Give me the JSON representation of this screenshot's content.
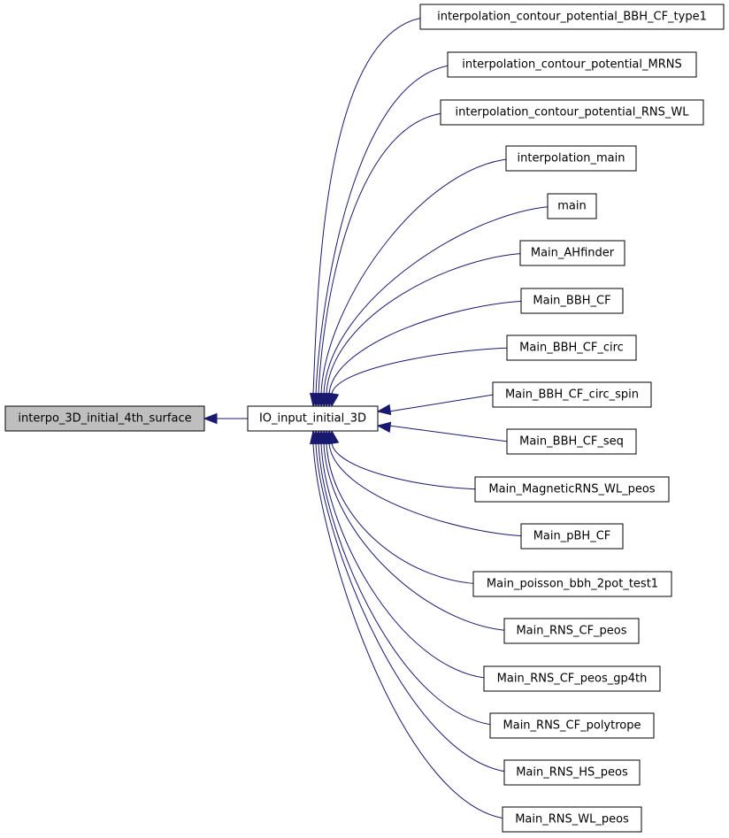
{
  "colors": {
    "edge": "#191970",
    "focus_fill": "#bfbfbf",
    "node_fill": "#ffffff",
    "border": "#000000"
  },
  "nodes": {
    "focus": "interpo_3D_initial_4th_surface",
    "hub": "IO_input_initial_3D",
    "callers": [
      "interpolation_contour_potential_BBH_CF_type1",
      "interpolation_contour_potential_MRNS",
      "interpolation_contour_potential_RNS_WL",
      "interpolation_main",
      "main",
      "Main_AHfinder",
      "Main_BBH_CF",
      "Main_BBH_CF_circ",
      "Main_BBH_CF_circ_spin",
      "Main_BBH_CF_seq",
      "Main_MagneticRNS_WL_peos",
      "Main_pBH_CF",
      "Main_poisson_bbh_2pot_test1",
      "Main_RNS_CF_peos",
      "Main_RNS_CF_peos_gp4th",
      "Main_RNS_CF_polytrope",
      "Main_RNS_HS_peos",
      "Main_RNS_WL_peos"
    ]
  }
}
